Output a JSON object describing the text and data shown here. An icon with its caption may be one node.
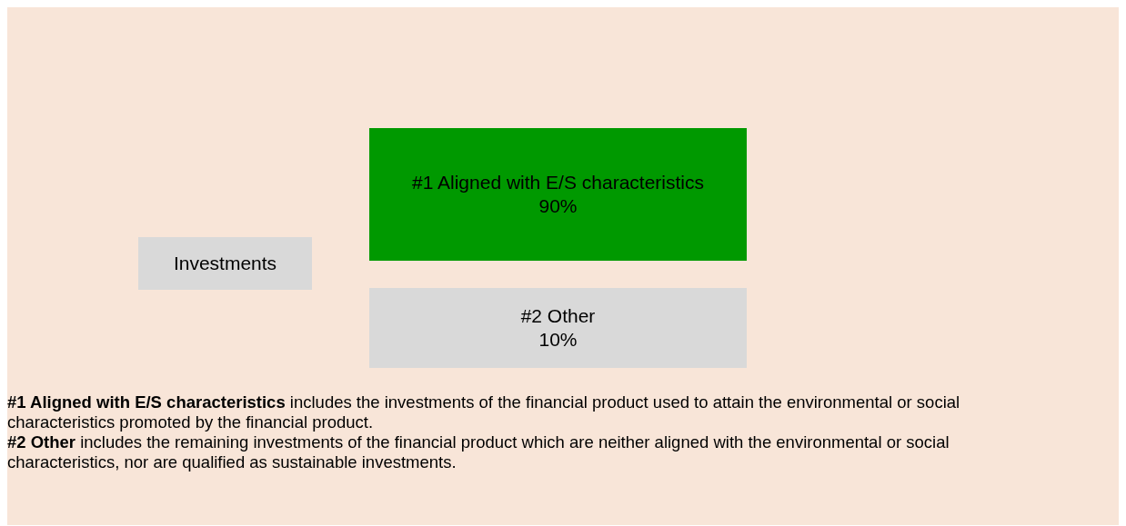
{
  "diagram": {
    "nodes": [
      {
        "text": [
          "Investments"
        ]
      },
      {
        "text": [
          "#1 Aligned with E/S characteristics",
          "90%"
        ]
      },
      {
        "text": [
          "#2 Other",
          "10%"
        ]
      }
    ],
    "labels": [
      "**#1 Aligned with E/S characteristics** includes the investments of the financial product used to attain the environmental or social characteristics promoted by the financial product.",
      "**#2 Other** includes the remaining investments of the financial product which are neither aligned with the environmental or social characteristics, nor are qualified as sustainable investments."
    ]
  }
}
